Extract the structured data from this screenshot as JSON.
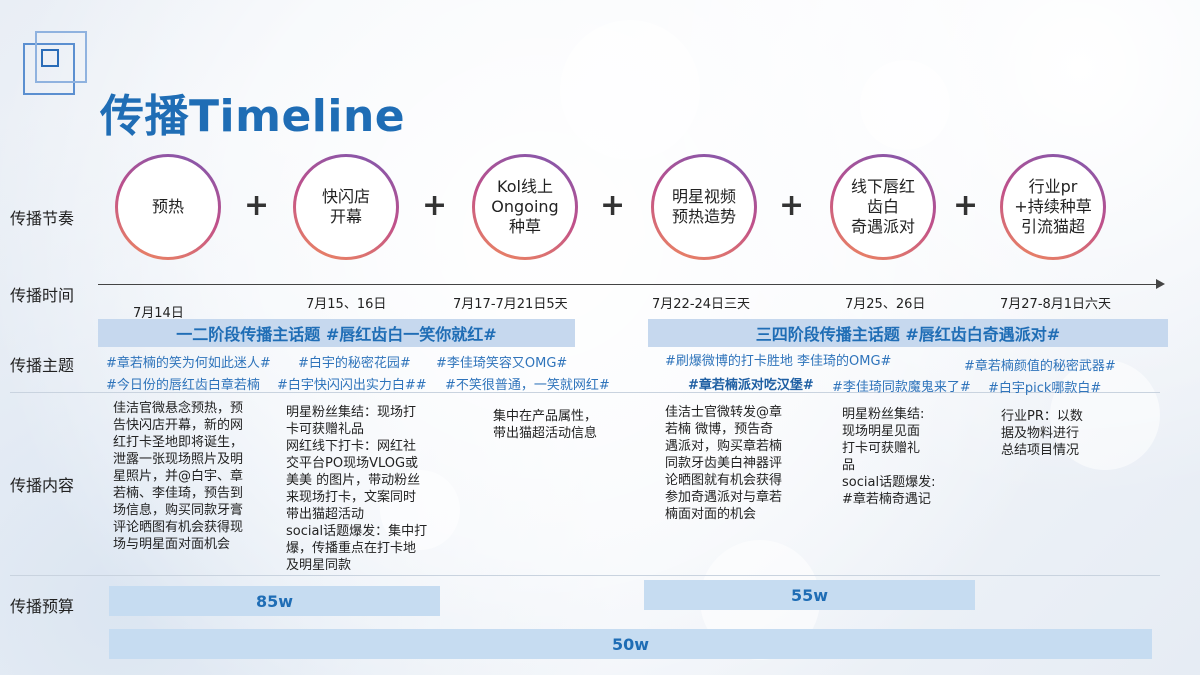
{
  "title": "传播Timeline",
  "row_labels": {
    "rhythm": "传播节奏",
    "time": "传播时间",
    "theme": "传播主题",
    "content": "传播内容",
    "budget": "传播预算"
  },
  "phases": [
    "预热",
    "快闪店\n开幕",
    "Kol线上\nOngoing\n种草",
    "明星视频\n预热造势",
    "线下唇红\n齿白\n奇遇派对",
    "行业pr\n+持续种草\n引流猫超"
  ],
  "plus_symbol": "+",
  "dates": [
    "7月14日",
    "7月15、16日",
    "7月17-7月21日5天",
    "7月22-24日三天",
    "7月25、26日",
    "7月27-8月1日六天"
  ],
  "themes": {
    "left_bar": "一二阶段传播主话题 #唇红齿白一笑你就红#",
    "right_bar": "三四阶段传播主话题 #唇红齿白奇遇派对#",
    "left_tags": [
      "#章若楠的笑为何如此迷人#",
      "#白宇的秘密花园#",
      "#李佳琦笑容又OMG#",
      "#今日份的唇红齿白章若楠",
      "#白宇快闪闪出实力白##",
      "#不笑很普通，一笑就网红#"
    ],
    "right_tags": [
      "#刷爆微博的打卡胜地 李佳琦的OMG#",
      "#章若楠颜值的秘密武器#",
      "#章若楠派对吃汉堡#",
      "#李佳琦同款魔鬼来了#",
      "#白宇pick哪款白#"
    ]
  },
  "contents": [
    "佳洁官微悬念预热，预\n告快闪店开幕，新的网\n红打卡圣地即将诞生，\n泄露一张现场照片及明\n星照片，并@白宇、章\n若楠、李佳琦，预告到\n场信息，购买同款牙膏\n评论晒图有机会获得现\n场与明星面对面机会",
    "明星粉丝集结：现场打\n卡可获赠礼品\n网红线下打卡：网红社\n交平台PO现场VLOG或\n美美 的图片，带动粉丝\n来现场打卡，文案同时\n带出猫超活动\nsocial话题爆发：集中打\n爆，传播重点在打卡地\n及明星同款",
    "集中在产品属性，\n带出猫超活动信息",
    "佳洁士官微转发@章\n若楠 微博，预告奇\n遇派对，购买章若楠\n同款牙齿美白神器评\n论晒图就有机会获得\n参加奇遇派对与章若\n楠面对面的机会",
    "明星粉丝集结:\n现场明星见面\n打卡可获赠礼\n品\nsocial话题爆发:\n#章若楠奇遇记",
    "行业PR：以数\n据及物料进行\n总结项目情况"
  ],
  "budget": {
    "phase12": "85w",
    "phase34": "55w",
    "overall": "50w"
  },
  "colors": {
    "title": "#1f6db5",
    "bar_fill": "#c6d8ee",
    "tag_text": "#2f74bb"
  }
}
